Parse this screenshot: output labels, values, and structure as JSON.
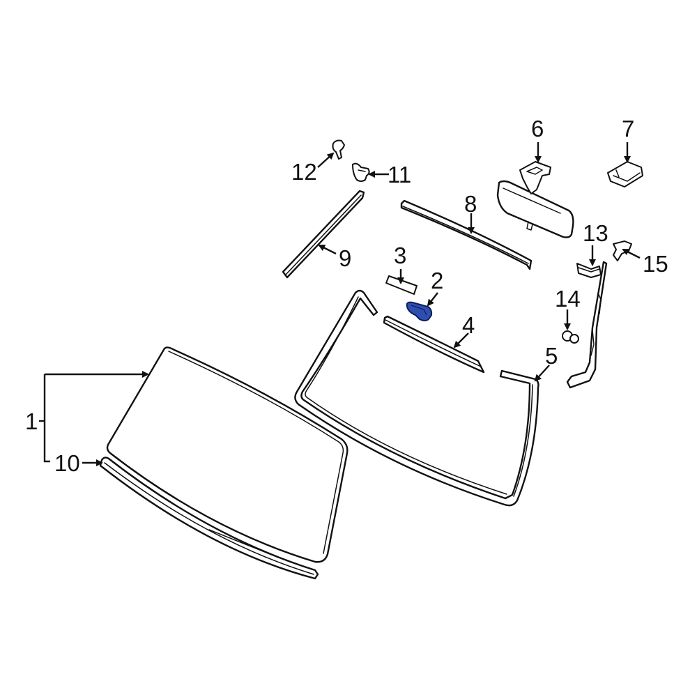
{
  "diagram": {
    "title": "Windshield components exploded view",
    "highlight_color": "#2f4fb0",
    "line_color": "#111111",
    "background": "#ffffff",
    "highlighted_part": "2",
    "callouts": [
      {
        "id": "1",
        "label": "1",
        "part": "windshield-glass"
      },
      {
        "id": "2",
        "label": "2",
        "part": "sensor-bracket-highlighted"
      },
      {
        "id": "3",
        "label": "3",
        "part": "adhesive-pad"
      },
      {
        "id": "4",
        "label": "4",
        "part": "upper-molding"
      },
      {
        "id": "5",
        "label": "5",
        "part": "windshield-weatherstrip"
      },
      {
        "id": "6",
        "label": "6",
        "part": "rear-view-mirror"
      },
      {
        "id": "7",
        "label": "7",
        "part": "mirror-cover"
      },
      {
        "id": "8",
        "label": "8",
        "part": "header-molding"
      },
      {
        "id": "9",
        "label": "9",
        "part": "side-molding-left"
      },
      {
        "id": "10",
        "label": "10",
        "part": "lower-seal"
      },
      {
        "id": "11",
        "label": "11",
        "part": "molding-clip"
      },
      {
        "id": "12",
        "label": "12",
        "part": "retainer"
      },
      {
        "id": "13",
        "label": "13",
        "part": "side-molding-right"
      },
      {
        "id": "14",
        "label": "14",
        "part": "push-clip"
      },
      {
        "id": "15",
        "label": "15",
        "part": "upper-clip"
      }
    ]
  }
}
